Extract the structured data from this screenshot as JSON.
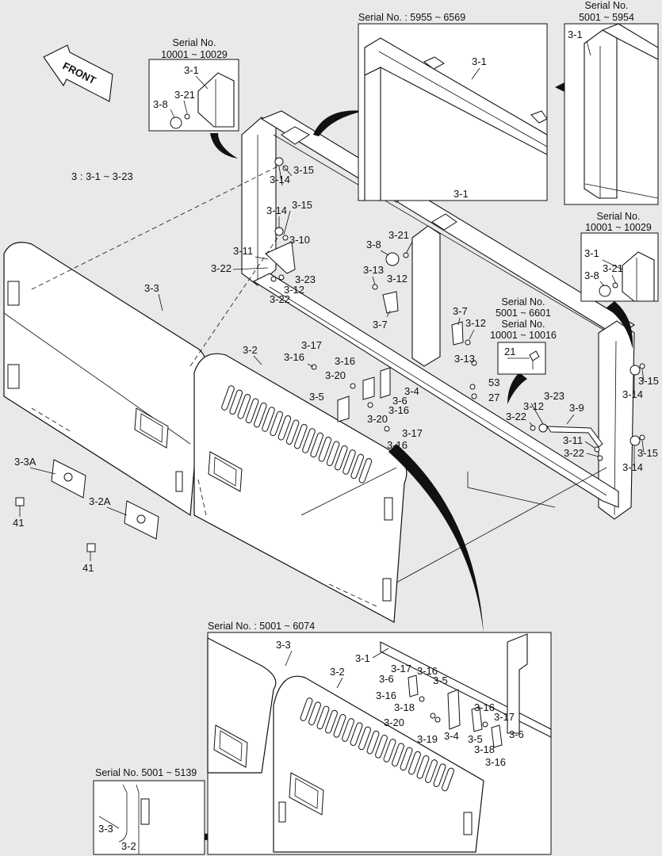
{
  "diagram": {
    "front_label": "FRONT",
    "assembly_note": "3 : 3-1 ~ 3-23",
    "insets": {
      "top_left_serial_line1": "Serial No.",
      "top_left_serial_line2": "10001 ~ 10029",
      "top_center_serial": "Serial No. : 5955 ~ 6569",
      "top_right_serial_line1": "Serial No.",
      "top_right_serial_line2": "5001 ~ 5954",
      "mid_right_serial_line1": "Serial No.",
      "mid_right_serial_line2": "10001 ~ 10029",
      "part21_serial_line1": "Serial No.",
      "part21_serial_line2": "5001 ~ 6601",
      "part21_serial_line3": "Serial No.",
      "part21_serial_line4": "10001 ~ 10016",
      "bottom_serial": "Serial No. : 5001 ~ 6074",
      "bottom_left_serial": "Serial No. 5001 ~ 5139"
    },
    "labels": {
      "p3_1": "3-1",
      "p3_2": "3-2",
      "p3_2A": "3-2A",
      "p3_3": "3-3",
      "p3_3A": "3-3A",
      "p3_4": "3-4",
      "p3_5": "3-5",
      "p3_6": "3-6",
      "p3_7": "3-7",
      "p3_8": "3-8",
      "p3_9": "3-9",
      "p3_10": "3-10",
      "p3_11": "3-11",
      "p3_12": "3-12",
      "p3_13": "3-13",
      "p3_14": "3-14",
      "p3_15": "3-15",
      "p3_16": "3-16",
      "p3_17": "3-17",
      "p3_18": "3-18",
      "p3_19": "3-19",
      "p3_20": "3-20",
      "p3_21": "3-21",
      "p3_22": "3-22",
      "p3_23": "3-23",
      "p21": "21",
      "p27": "27",
      "p41": "41",
      "p53": "53"
    }
  }
}
